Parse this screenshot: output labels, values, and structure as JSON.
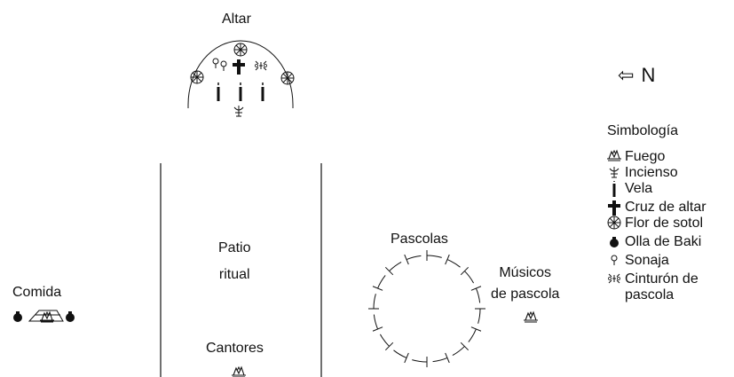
{
  "labels": {
    "altar": "Altar",
    "patio": "Patio\nritual",
    "pascolas": "Pascolas",
    "musicos": "Músicos\nde pascola",
    "comida": "Comida",
    "cantores": "Cantores"
  },
  "north": {
    "arrow": "⇦",
    "letter": "N"
  },
  "legend": {
    "title": "Simbología",
    "items": [
      {
        "icon": "fire-icon",
        "label": "Fuego"
      },
      {
        "icon": "incense-icon",
        "label": "Incienso"
      },
      {
        "icon": "candle-icon",
        "label": "Vela"
      },
      {
        "icon": "cross-icon",
        "label": "Cruz de altar"
      },
      {
        "icon": "sotol-flower-icon",
        "label": "Flor de sotol"
      },
      {
        "icon": "olla-icon",
        "label": "Olla de Baki"
      },
      {
        "icon": "rattle-icon",
        "label": "Sonaja"
      },
      {
        "icon": "belt-icon",
        "label": "Cinturón de pascola"
      }
    ]
  }
}
